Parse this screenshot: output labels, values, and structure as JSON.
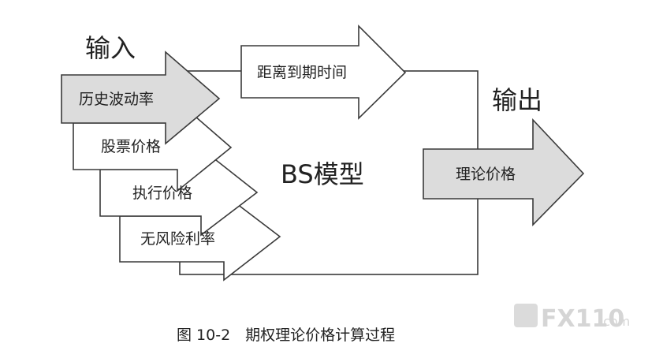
{
  "input_label": "输入",
  "output_label": "输出",
  "model_label": "BS模型",
  "inputs": {
    "volatility": "历史波动率",
    "stock_price": "股票价格",
    "strike_price": "执行价格",
    "risk_free_rate": "无风险利率",
    "time_to_expiry": "距离到期时间"
  },
  "output": "理论价格",
  "caption": "图 10-2　期权理论价格计算过程",
  "watermark": {
    "brand": "FX110",
    "suffix": ".com"
  },
  "colors": {
    "gray_fill": "#dcdcdc",
    "white_fill": "#ffffff",
    "stroke": "#3a3a3a"
  }
}
